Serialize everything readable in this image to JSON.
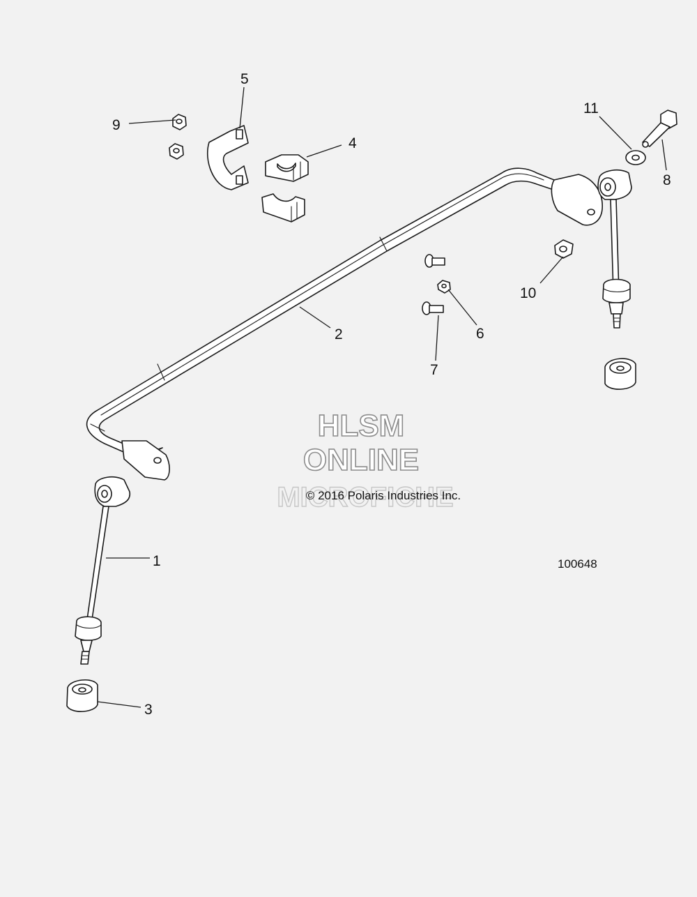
{
  "callouts": {
    "c1": "1",
    "c2": "2",
    "c3": "3",
    "c4": "4",
    "c5": "5",
    "c6": "6",
    "c7": "7",
    "c8": "8",
    "c9": "9",
    "c10": "10",
    "c11": "11"
  },
  "watermark": {
    "line1": "HLSM",
    "line2": "ONLINE",
    "line3": "MICROFICHE"
  },
  "copyright": "© 2016 Polaris Industries Inc.",
  "figure_number": "100648",
  "colors": {
    "background": "#f2f2f2",
    "ink": "#1a1a1a",
    "watermark_outline": "#8c8c8c"
  }
}
